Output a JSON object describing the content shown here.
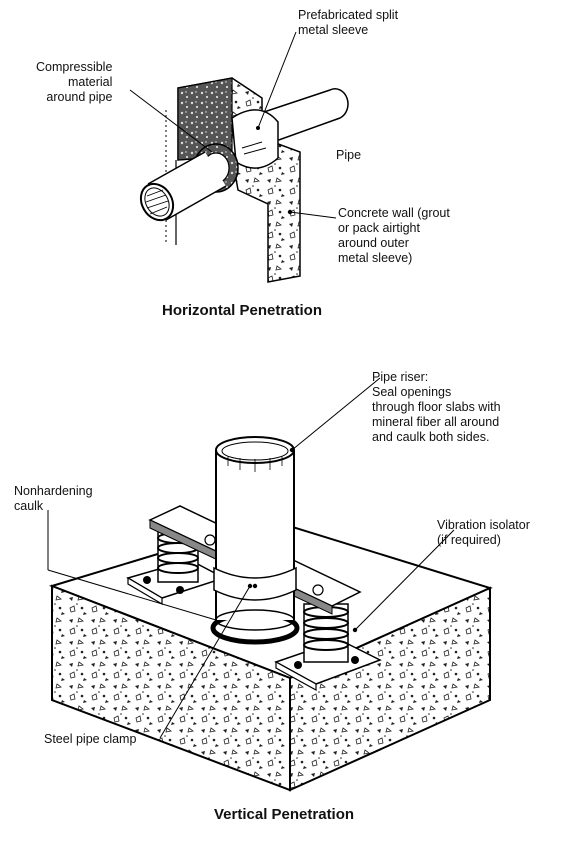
{
  "horizontal": {
    "title": "Horizontal Penetration",
    "labels": {
      "sleeve": "Prefabricated split\nmetal sleeve",
      "compressible": "Compressible\nmaterial\naround pipe",
      "pipe": "Pipe",
      "wall": "Concrete wall (grout\nor pack airtight\naround outer\nmetal sleeve)"
    }
  },
  "vertical": {
    "title": "Vertical Penetration",
    "labels": {
      "riser": "Pipe riser:\nSeal openings\nthrough floor slabs with\nmineral fiber all around\nand caulk both sides.",
      "caulk": "Nonhardening\ncaulk",
      "isolator": "Vibration isolator\n(if required)",
      "clamp": "Steel pipe clamp"
    }
  }
}
